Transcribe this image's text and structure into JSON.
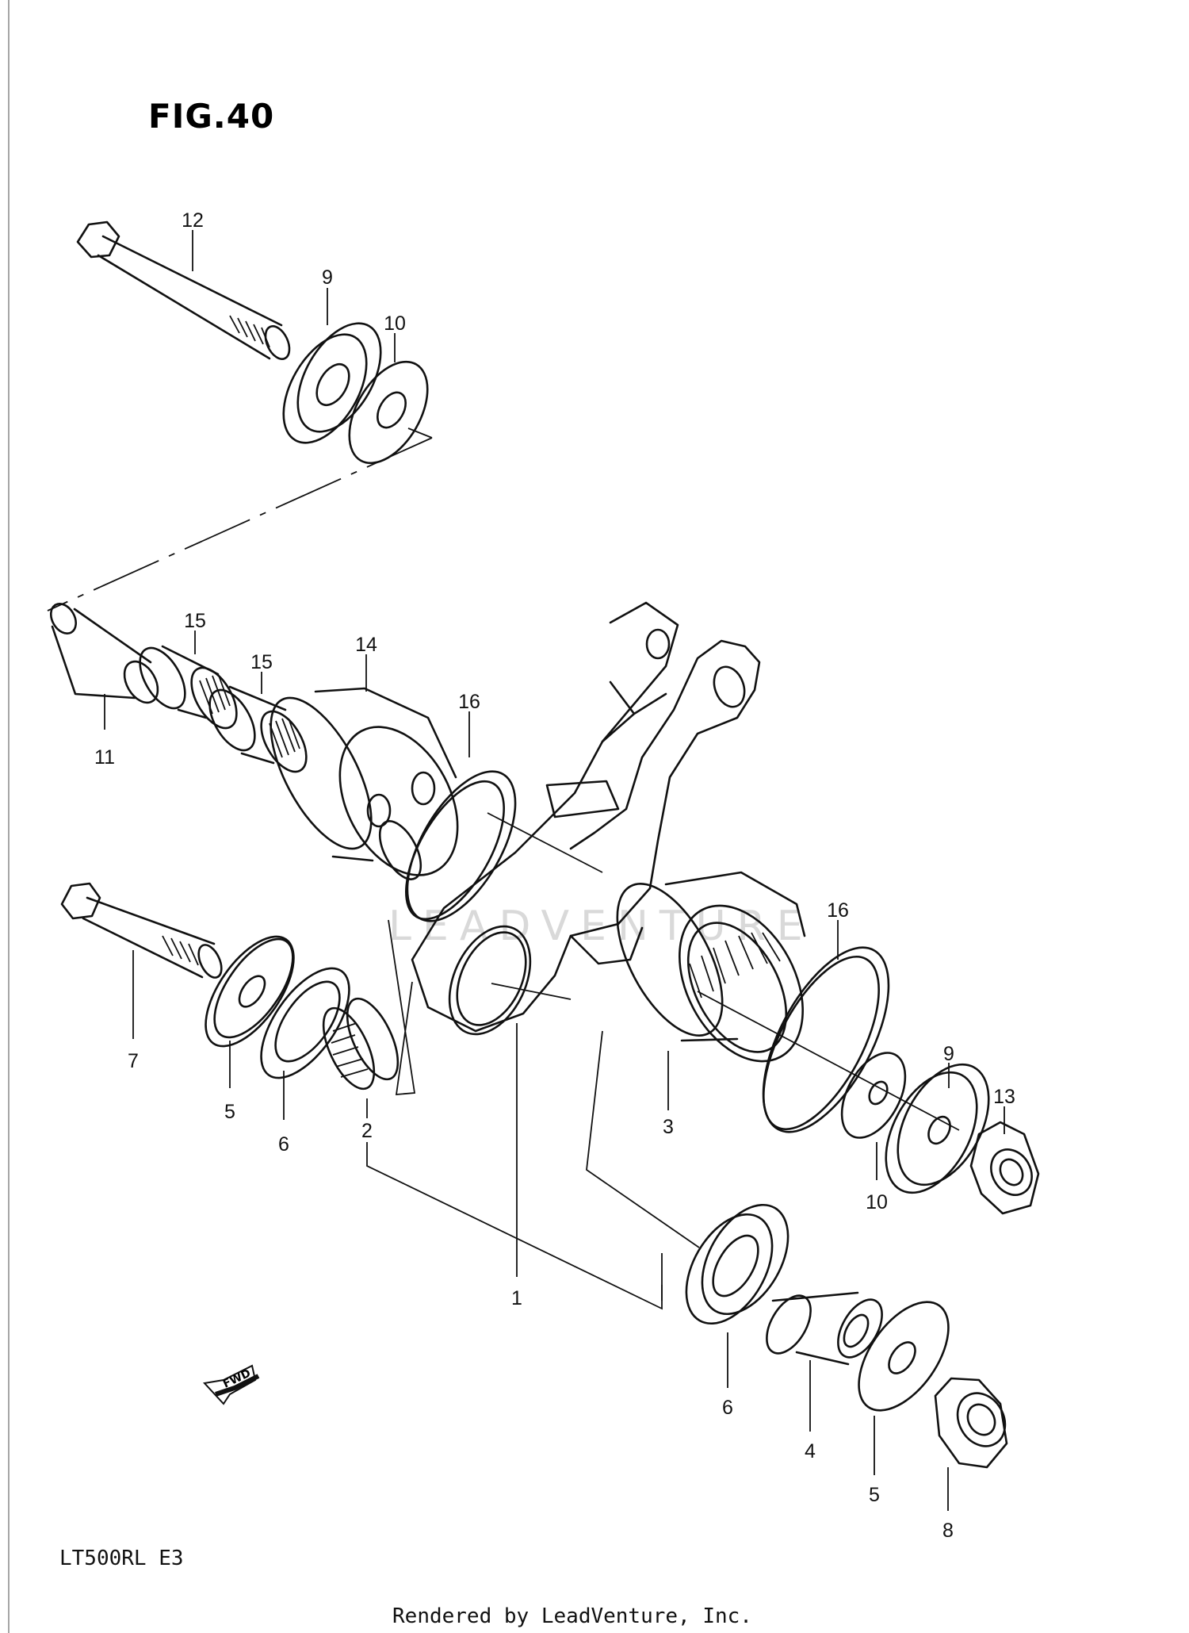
{
  "figure": {
    "title": "FIG.40",
    "model_code": "LT500RL  E3",
    "credit": "Rendered by LeadVenture, Inc.",
    "watermark": "LEADVENTURE",
    "fwd_label": "FWD"
  },
  "callouts": [
    {
      "id": "c12",
      "label": "12"
    },
    {
      "id": "c9a",
      "label": "9"
    },
    {
      "id": "c10a",
      "label": "10"
    },
    {
      "id": "c15a",
      "label": "15"
    },
    {
      "id": "c15b",
      "label": "15"
    },
    {
      "id": "c14",
      "label": "14"
    },
    {
      "id": "c16a",
      "label": "16"
    },
    {
      "id": "c11",
      "label": "11"
    },
    {
      "id": "c16b",
      "label": "16"
    },
    {
      "id": "c7",
      "label": "7"
    },
    {
      "id": "c5a",
      "label": "5"
    },
    {
      "id": "c6a",
      "label": "6"
    },
    {
      "id": "c2",
      "label": "2"
    },
    {
      "id": "c3",
      "label": "3"
    },
    {
      "id": "c9b",
      "label": "9"
    },
    {
      "id": "c13",
      "label": "13"
    },
    {
      "id": "c10b",
      "label": "10"
    },
    {
      "id": "c1",
      "label": "1"
    },
    {
      "id": "c6b",
      "label": "6"
    },
    {
      "id": "c4",
      "label": "4"
    },
    {
      "id": "c5b",
      "label": "5"
    },
    {
      "id": "c8",
      "label": "8"
    }
  ]
}
